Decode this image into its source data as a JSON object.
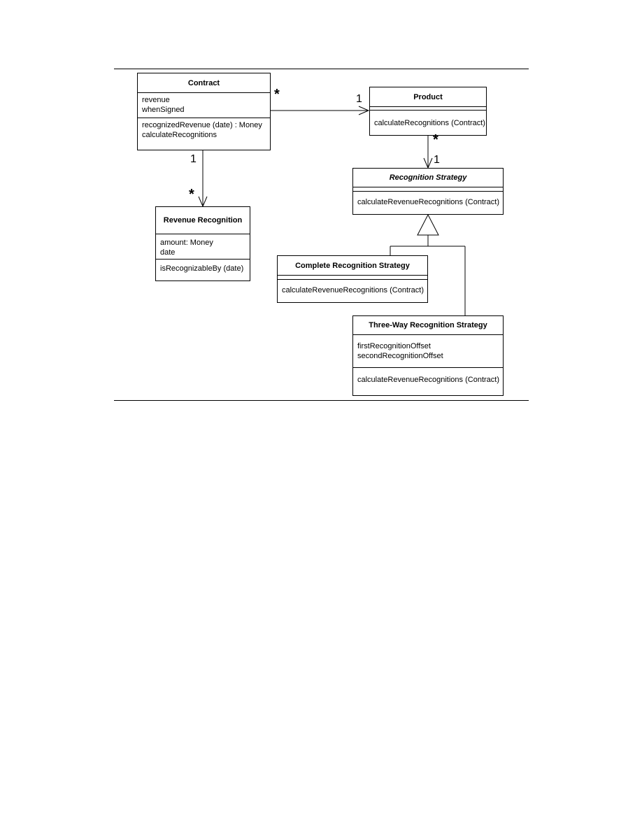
{
  "classes": {
    "contract": {
      "name": "Contract",
      "attributes": [
        "revenue",
        "whenSigned"
      ],
      "operations": [
        "recognizedRevenue (date) : Money",
        "calculateRecognitions"
      ]
    },
    "product": {
      "name": "Product",
      "attributes": [],
      "operations": [
        "calculateRecognitions (Contract)"
      ]
    },
    "revenue_recognition": {
      "name": "Revenue Recognition",
      "attributes": [
        "amount: Money",
        "date"
      ],
      "operations": [
        "isRecognizableBy (date)"
      ]
    },
    "recognition_strategy": {
      "name": "Recognition Strategy",
      "abstract": true,
      "attributes": [],
      "operations": [
        "calculateRevenueRecognitions (Contract)"
      ]
    },
    "complete_strategy": {
      "name": "Complete Recognition Strategy",
      "attributes": [],
      "operations": [
        "calculateRevenueRecognitions (Contract)"
      ]
    },
    "three_way_strategy": {
      "name": "Three-Way Recognition Strategy",
      "attributes": [
        "firstRecognitionOffset",
        "secondRecognitionOffset"
      ],
      "operations": [
        "calculateRevenueRecognitions (Contract)"
      ]
    }
  },
  "associations": {
    "contract_product": {
      "source_mult": "*",
      "target_mult": "1"
    },
    "contract_revenue_recognition": {
      "source_mult": "1",
      "target_mult": "*"
    },
    "product_strategy": {
      "source_mult": "*",
      "target_mult": "1"
    }
  }
}
